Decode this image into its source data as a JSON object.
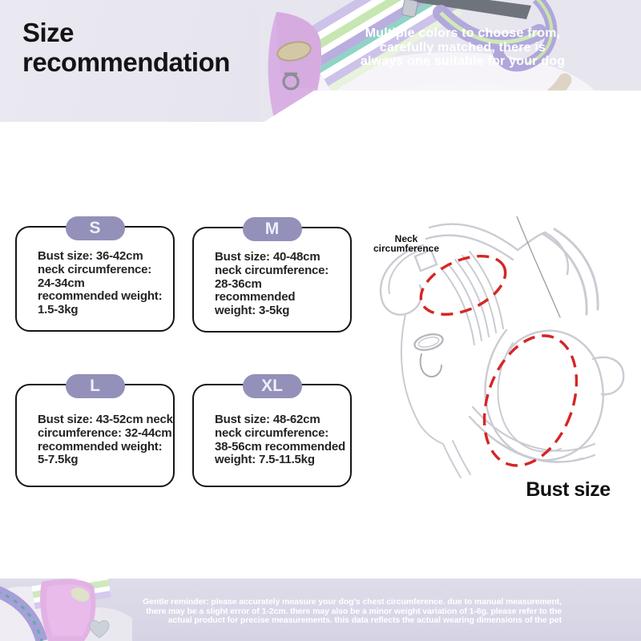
{
  "header": {
    "title": "Size recommendation",
    "tagline_lines": [
      "Multiple colors to choose from,",
      "carefully matched, there is",
      "always one suitable for your dog"
    ]
  },
  "sizes": [
    {
      "label": "S",
      "details": "Bust size: 36-42cm\nneck circumference:\n24-34cm\nrecommended weight:\n1.5-3kg"
    },
    {
      "label": "M",
      "details": "Bust size: 40-48cm\nneck circumference:\n28-36cm\nrecommended\nweight: 3-5kg"
    },
    {
      "label": "L",
      "details": "Bust size: 43-52cm neck\ncircumference: 32-44cm\nrecommended weight:\n5-7.5kg"
    },
    {
      "label": "XL",
      "details": "Bust size: 48-62cm\nneck circumference:\n38-56cm recommended\nweight: 7.5-11.5kg"
    }
  ],
  "diagram": {
    "neck_label": "Neck\ncircumference",
    "bust_label": "Bust size",
    "dash_color": "#d62525"
  },
  "footer": {
    "reminder_lines": [
      "Gentle reminder: please accurately measure your dog's chest circumference. due to manual measurement,",
      "there may be a slight error of 1-2cm. there may also be a minor weight variation of 1-6g. please refer to the",
      "actual product for precise measurements. this data reflects the actual wearing dimensions of the pet"
    ]
  },
  "colors": {
    "size_pill": "#9390ba",
    "card_border": "#151515",
    "measure_dash": "#d62525",
    "top_banner_bg": "#e6e4ee",
    "footer_bg": "#dcdae8"
  }
}
